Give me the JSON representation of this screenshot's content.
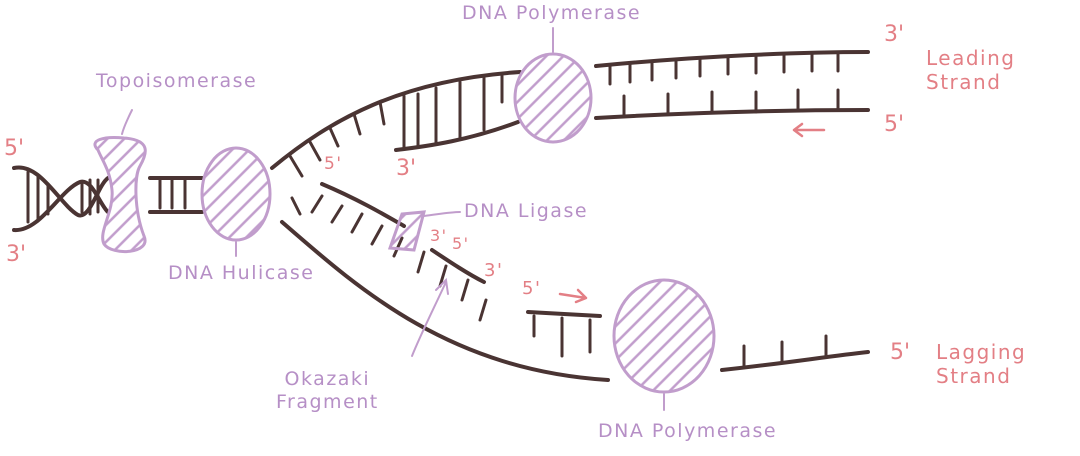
{
  "colors": {
    "strand": "#4a3433",
    "enzyme": "#c19dcc",
    "enzyme_label": "#b68fc6",
    "end_label": "#e37f85"
  },
  "labels": {
    "topoisomerase": "Topoisomerase",
    "helicase": "DNA Hulicase",
    "polymerase_top": "DNA Polymerase",
    "polymerase_bottom": "DNA Polymerase",
    "ligase": "DNA Ligase",
    "okazaki_line1": "Okazaki",
    "okazaki_line2": "Fragment",
    "leading_line1": "Leading",
    "leading_line2": "Strand",
    "lagging_line1": "Lagging",
    "lagging_line2": "Strand"
  },
  "ends": {
    "left_top": "5'",
    "left_bottom": "3'",
    "fork_5": "5'",
    "upper_inner_3": "3'",
    "leading_3": "3'",
    "leading_5": "5'",
    "ligase_3": "3'",
    "ligase_5": "5'",
    "okazaki_3": "3'",
    "okazaki_5": "5'",
    "lagging_5": "5'"
  }
}
